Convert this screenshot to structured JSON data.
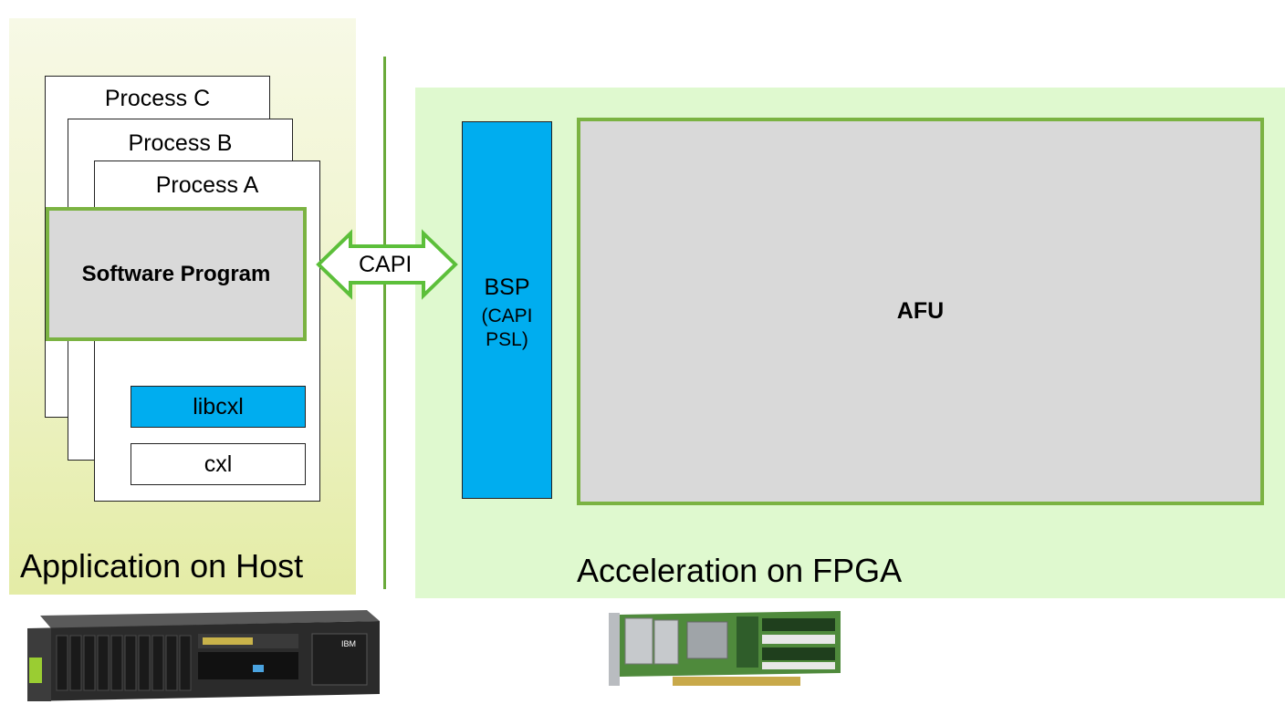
{
  "regions": {
    "host": "Application on Host",
    "fpga": "Acceleration on FPGA"
  },
  "processes": {
    "c": "Process C",
    "b": "Process B",
    "a": "Process A"
  },
  "software_program": "Software Program",
  "libs": {
    "libcxl": "libcxl",
    "cxl": "cxl"
  },
  "link": "CAPI",
  "bsp": {
    "title": "BSP",
    "subtitle_line1": "(CAPI",
    "subtitle_line2": "PSL)"
  },
  "afu": "AFU",
  "brand_label": "IBM",
  "colors": {
    "host_region": "#eef3c8",
    "fpga_region": "#dff9cf",
    "accent_green": "#7bb342",
    "blue": "#00adef",
    "gray_box": "#d9d9d9",
    "divider": "#6aaa3a"
  }
}
